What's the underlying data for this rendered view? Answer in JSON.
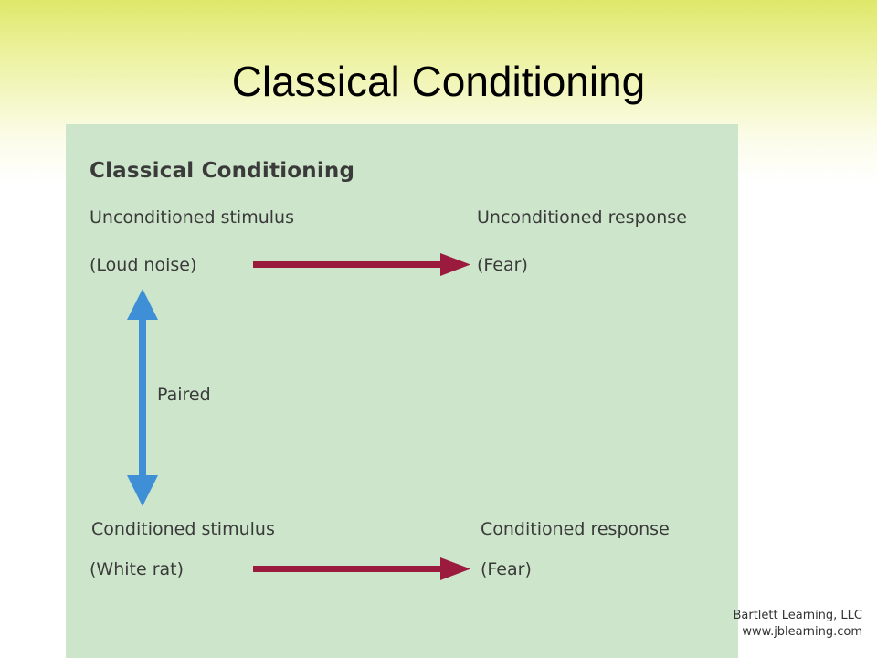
{
  "slide": {
    "title": "Classical Conditioning"
  },
  "diagram": {
    "heading": "Classical Conditioning",
    "unconditioned_stimulus": "Unconditioned stimulus",
    "unconditioned_stimulus_example": "(Loud noise)",
    "unconditioned_response": "Unconditioned response",
    "unconditioned_response_example": "(Fear)",
    "paired_label": "Paired",
    "conditioned_stimulus": "Conditioned stimulus",
    "conditioned_stimulus_example": "(White rat)",
    "conditioned_response": "Conditioned response",
    "conditioned_response_example": "(Fear)"
  },
  "credit": {
    "line1": "Bartlett Learning, LLC",
    "line2": "www.jblearning.com"
  },
  "colors": {
    "panel_bg": "#cde6cb",
    "arrow_red": "#9b1b3f",
    "arrow_blue": "#3f8fd6",
    "title_gradient_top": "#dfe86a"
  }
}
